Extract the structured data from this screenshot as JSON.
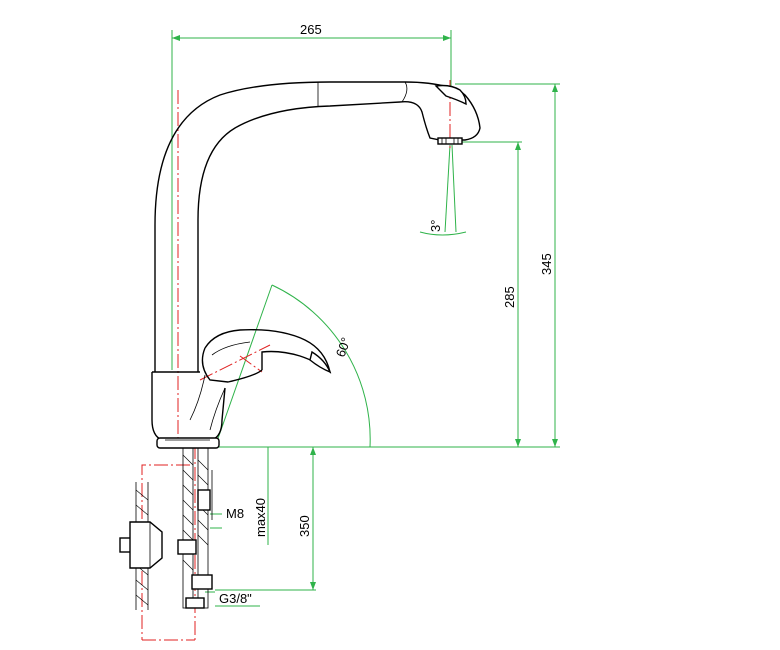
{
  "dimensions": {
    "width_265": "265",
    "height_345": "345",
    "height_285": "285",
    "angle_60": "60°",
    "angle_3": "3°",
    "thread_m8": "M8",
    "max_40": "max40",
    "length_350": "350",
    "hose_g38": "G3/8\""
  },
  "colors": {
    "dimension_line": "#2fb34a",
    "center_line": "#e02020",
    "outline": "#000000"
  }
}
